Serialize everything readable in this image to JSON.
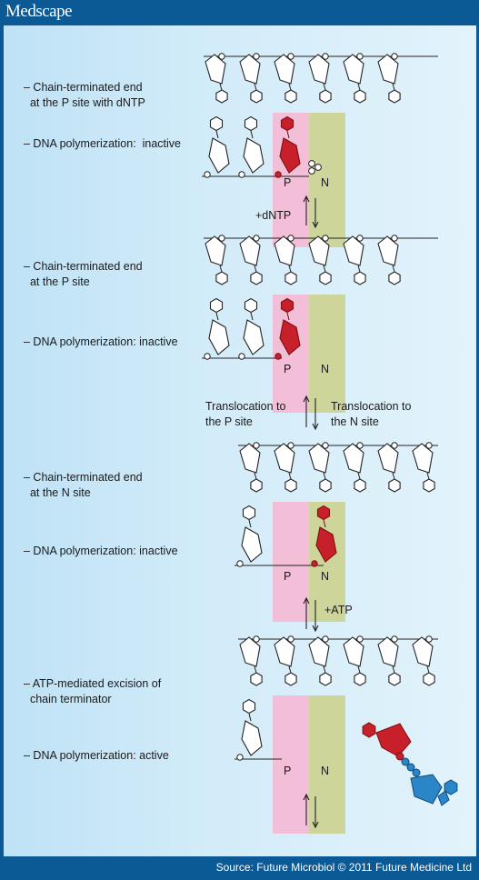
{
  "logo": "Medscape",
  "source": "Source: Future Microbiol © 2011 Future Medicine Ltd",
  "colors": {
    "header": "#0b5a96",
    "p_site": "#f2bed8",
    "n_site": "#cdd59a",
    "terminator": "#c8202a",
    "atp": "#2a86c8"
  },
  "states": [
    {
      "description": "– Chain-terminated end\n  at the P site with dNTP",
      "activity": "– DNA polymerization:  inactive",
      "p": "P",
      "n": "N"
    },
    {
      "description": "– Chain-terminated end\n  at the P site",
      "activity": "– DNA polymerization: inactive",
      "p": "P",
      "n": "N"
    },
    {
      "description": "– Chain-terminated end\n  at the N site",
      "activity": "– DNA polymerization: inactive",
      "p": "P",
      "n": "N"
    },
    {
      "description": "– ATP-mediated excision of\n  chain terminator",
      "activity": "– DNA polymerization: active",
      "p": "P",
      "n": "N"
    }
  ],
  "transitions": {
    "dntp": "+dNTP",
    "to_p": "Translocation to\nthe P site",
    "to_n": "Translocation to\nthe N site",
    "atp": "+ATP"
  }
}
